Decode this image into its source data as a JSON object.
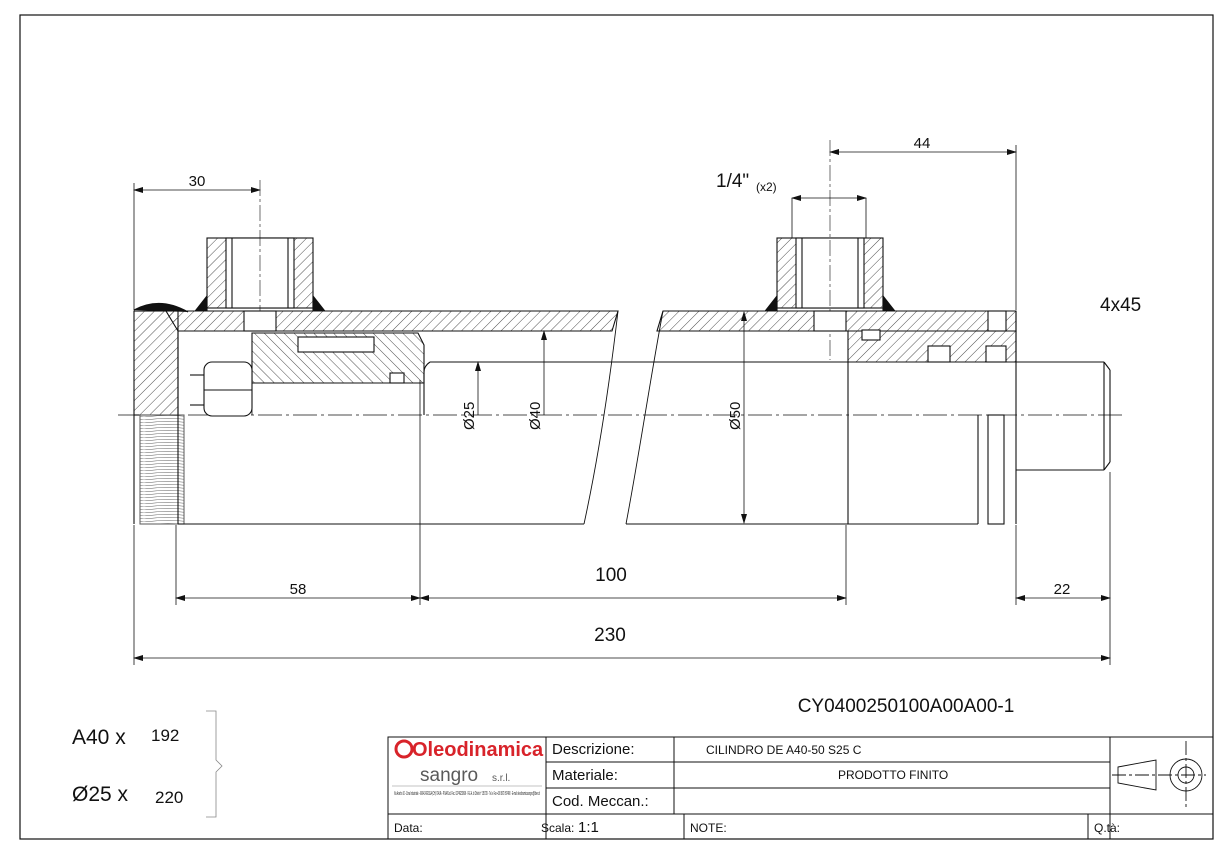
{
  "drawing": {
    "code": "CY0400250100A00A00-1",
    "chamfer_note": "4x45",
    "port": {
      "thread": "1/4\"",
      "count": "(x2)"
    },
    "dimensions": {
      "d30": "30",
      "d44": "44",
      "d58": "58",
      "d100": "100",
      "d22": "22",
      "d230": "230",
      "dia25": "Ø25",
      "dia40": "Ø40",
      "dia50": "Ø50"
    }
  },
  "cut_list": [
    {
      "label": "A40 x",
      "value": "192"
    },
    {
      "label": "Ø25 x",
      "value": "220"
    }
  ],
  "title_block": {
    "logo": {
      "name": "Oleodinamica",
      "sub": "sangro",
      "suffix": "s.r.l.",
      "info": "Via Acerbo 10 - Zona Industriale - 66041 ATESSA (CH) ITALIA · P.IVA/Cod. Fisc. 02746230699 · R.E.A. di Chieti n° 155729 · Tel. e Fax +39 0872 897490 · E-mail oleodinamicasangro@libero.it"
    },
    "descrizione_label": "Descrizione:",
    "descrizione_value": "CILINDRO DE A40-50 S25 C",
    "materiale_label": "Materiale:",
    "materiale_value": "PRODOTTO FINITO",
    "cod_label": "Cod. Meccan.:",
    "cod_value": "",
    "data_label": "Data:",
    "scala_label": "Scala:",
    "scala_value": "1:1",
    "note_label": "NOTE:",
    "qta_label": "Q.tà:"
  },
  "colors": {
    "logo_red": "#d8232a",
    "logo_gray": "#5a5a5a",
    "line": "#111111"
  }
}
